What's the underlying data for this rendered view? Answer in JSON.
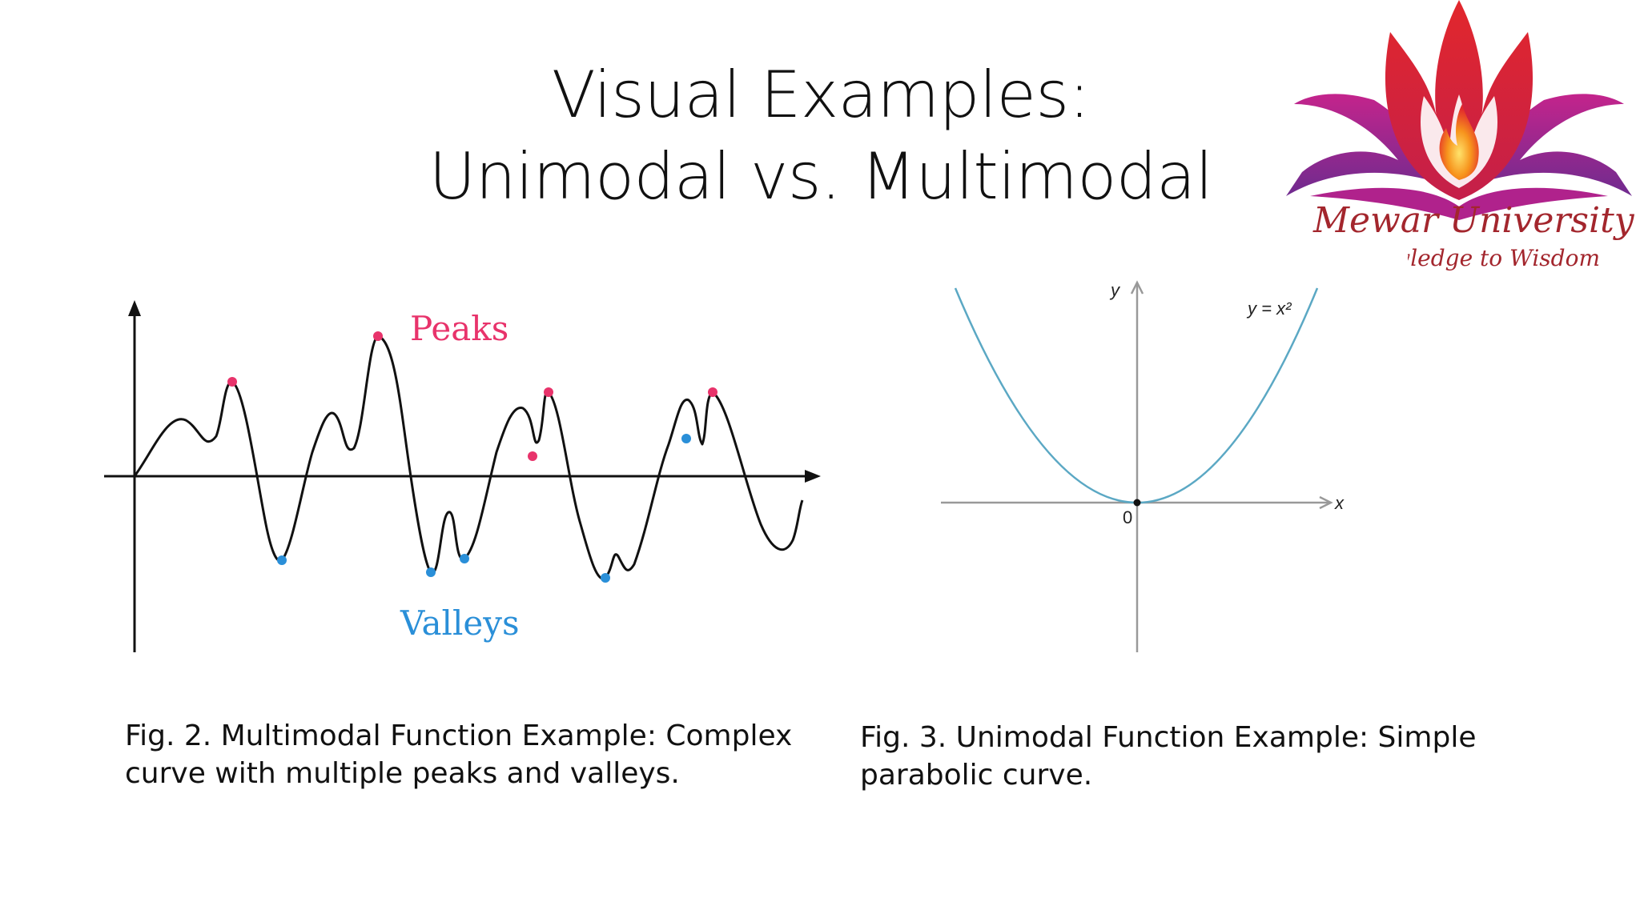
{
  "slide": {
    "title_line1": "Visual Examples:",
    "title_line2": "Unimodal vs. Multimodal"
  },
  "logo": {
    "name": "Mewar University",
    "tagline": "Knowledge to Wisdom",
    "colors": {
      "outer_petals": "#b0228c",
      "inner_petals": "#e2272c",
      "flame": "#f7941d",
      "text": "#a3262d"
    }
  },
  "figures": [
    {
      "id": "fig2",
      "labels": {
        "peaks": "Peaks",
        "valleys": "Valleys"
      },
      "colors": {
        "curve": "#111111",
        "peak": "#e8336b",
        "valley": "#2a8fd8"
      },
      "caption": "Fig. 2. Multimodal Function Example: Complex curve with multiple peaks and valleys."
    },
    {
      "id": "fig3",
      "labels": {
        "y_axis": "y",
        "x_axis": "x",
        "origin": "0",
        "equation": "y = x²"
      },
      "colors": {
        "curve": "#5ba8c4",
        "axes": "#999999"
      },
      "caption": "Fig. 3. Unimodal Function Example: Simple parabolic curve."
    }
  ]
}
